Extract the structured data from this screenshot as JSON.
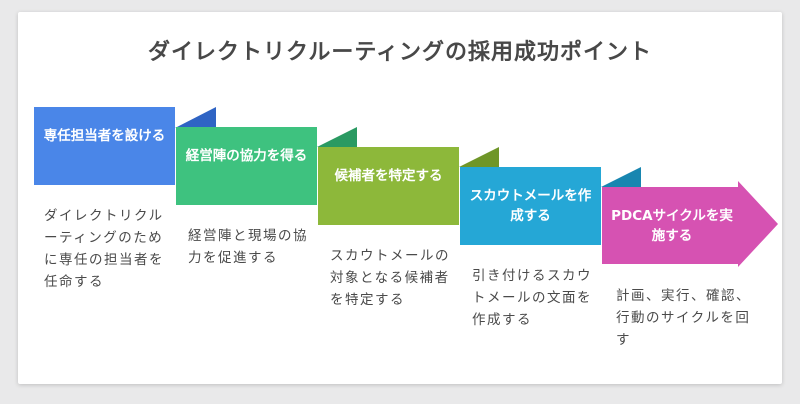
{
  "title": "ダイレクトリクルーティングの採用成功ポイント",
  "colors": {
    "step1_face": "#4a86e8",
    "step1_fold": "#2f64c4",
    "step2_face": "#3ec27f",
    "step2_fold": "#2a9a62",
    "step3_face": "#8db83a",
    "step3_fold": "#6f9628",
    "step4_face": "#25a7d6",
    "step4_fold": "#1886b0",
    "step5_face": "#d652b2"
  },
  "steps": [
    {
      "label": "専任担当者を設ける",
      "desc": "ダイレクトリクルーティングのために専任の担当者を任命する"
    },
    {
      "label": "経営陣の協力を得る",
      "desc": "経営陣と現場の協力を促進する"
    },
    {
      "label": "候補者を特定する",
      "desc": "スカウトメールの対象となる候補者を特定する"
    },
    {
      "label": "スカウトメールを作成する",
      "desc": "引き付けるスカウトメールの文面を作成する"
    },
    {
      "label": "PDCAサイクルを実施する",
      "desc": "計画、実行、確認、行動のサイクルを回す"
    }
  ]
}
